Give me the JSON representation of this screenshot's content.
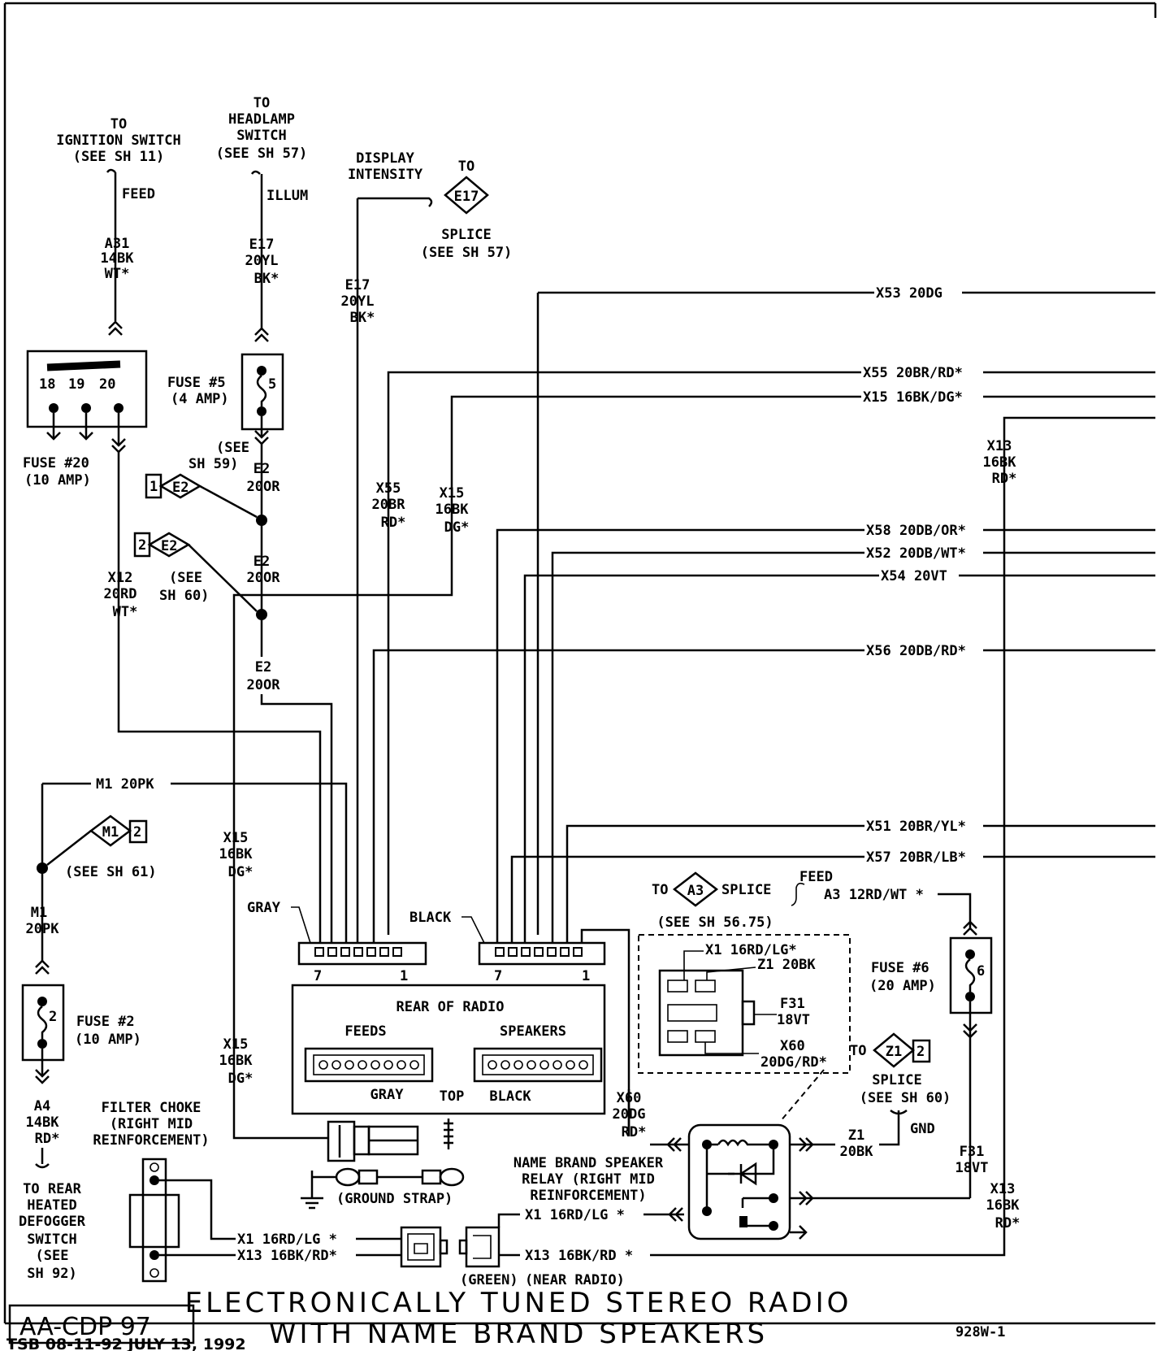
{
  "title": {
    "line1": "ELECTRONICALLY TUNED STEREO RADIO",
    "line2": "WITH NAME BRAND SPEAKERS"
  },
  "doc_id": "AA-CDP 97",
  "sheet_code": "928W-1",
  "footer": "TSB 08-11-92 JULY 13, 1992",
  "ignition": {
    "l1": "TO",
    "l2": "IGNITION SWITCH",
    "l3": "(SEE SH 11)",
    "feed": "FEED",
    "w1": "A31",
    "w2": "14BK",
    "w3": "WT*"
  },
  "headlamp": {
    "l1": "TO",
    "l2": "HEADLAMP",
    "l3": "SWITCH",
    "l4": "(SEE SH 57)",
    "illum": "ILLUM",
    "w1": "E17",
    "w2": "20YL",
    "w3": "BK*"
  },
  "display": {
    "l1": "DISPLAY",
    "l2": "INTENSITY",
    "to": "TO",
    "e17": "E17",
    "splice1": "SPLICE",
    "splice2": "(SEE SH 57)",
    "w1": "E17",
    "w2": "20YL",
    "w3": "BK*"
  },
  "fuse20": {
    "pins": [
      "18",
      "19",
      "20"
    ],
    "l1": "FUSE #20",
    "l2": "(10 AMP)"
  },
  "fuse5": {
    "num": "5",
    "l1": "FUSE #5",
    "l2": "(4 AMP)"
  },
  "e2": {
    "b1num": "1",
    "b1": "E2",
    "see1a": "(SEE",
    "see1b": "SH 59)",
    "b2num": "2",
    "b2": "E2",
    "see2a": "(SEE",
    "see2b": "SH 60)",
    "wa1": "E2",
    "wa2": "20OR",
    "wb1": "E2",
    "wb2": "20OR",
    "wc1": "E2",
    "wc2": "20OR"
  },
  "x12": {
    "w1": "X12",
    "w2": "20RD",
    "w3": "WT*"
  },
  "x55v": {
    "w1": "X55",
    "w2": "20BR",
    "w3": "RD*"
  },
  "x15v": {
    "w1": "X15",
    "w2": "16BK",
    "w3": "DG*"
  },
  "x13v": {
    "w1": "X13",
    "w2": "16BK",
    "w3": "RD*"
  },
  "wires_right": {
    "x53": "X53 20DG",
    "x55": "X55 20BR/RD*",
    "x15": "X15 16BK/DG*",
    "x58": "X58 20DB/OR*",
    "x52": "X52 20DB/WT*",
    "x54": "X54 20VT",
    "x56": "X56 20DB/RD*",
    "x51": "X51 20BR/YL*",
    "x57": "X57 20BR/LB*"
  },
  "m1": {
    "wire": "M1 20PK",
    "b": "M1",
    "bnum": "2",
    "see": "(SEE SH 61)",
    "w1": "M1",
    "w2": "20PK"
  },
  "x15low": {
    "w1": "X15",
    "w2": "16BK",
    "w3": "DG*"
  },
  "x15low2": {
    "w1": "X15",
    "w2": "16BK",
    "w3": "DG*"
  },
  "connectors": {
    "gray": "GRAY",
    "black": "BLACK",
    "pin7a": "7",
    "pin1a": "1",
    "pin7b": "7",
    "pin1b": "1"
  },
  "radio": {
    "title": "REAR OF RADIO",
    "feeds": "FEEDS",
    "speakers": "SPEAKERS",
    "gray": "GRAY",
    "top": "TOP",
    "black": "BLACK"
  },
  "fuse2": {
    "num": "2",
    "l1": "FUSE #2",
    "l2": "(10 AMP)",
    "w1": "A4",
    "w2": "14BK",
    "w3": "RD*"
  },
  "rear_defog": {
    "l1": "TO REAR",
    "l2": "HEATED",
    "l3": "DEFOGGER",
    "l4": "SWITCH",
    "l5": "(SEE",
    "l6": "SH 92)"
  },
  "filter": {
    "l1": "FILTER CHOKE",
    "l2": "(RIGHT MID",
    "l3": "REINFORCEMENT)",
    "x1": "X1 16RD/LG *",
    "x13": "X13 16BK/RD*"
  },
  "ground": {
    "label": "(GROUND STRAP)"
  },
  "a3": {
    "to": "TO",
    "b": "A3",
    "splice": "SPLICE",
    "see": "(SEE SH 56.75)",
    "feed": "FEED",
    "wire": "A3 12RD/WT *"
  },
  "relayconn": {
    "x1": "X1 16RD/LG*",
    "z1": "Z1 20BK",
    "f31a": "F31",
    "f31b": "18VT",
    "x60a": "X60",
    "x60b": "20DG/RD*"
  },
  "fuse6": {
    "num": "6",
    "l1": "FUSE #6",
    "l2": "(20 AMP)"
  },
  "z1": {
    "to": "TO",
    "b": "Z1",
    "bnum": "2",
    "splice": "SPLICE",
    "see": "(SEE SH 60)",
    "gnd": "GND",
    "w1": "Z1",
    "w2": "20BK"
  },
  "f31": {
    "w1": "F31",
    "w2": "18VT"
  },
  "x60": {
    "w1": "X60",
    "w2": "20DG",
    "w3": "RD*"
  },
  "x13r": {
    "w1": "X13",
    "w2": "16BK",
    "w3": "RD*"
  },
  "relay": {
    "l1": "NAME BRAND SPEAKER",
    "l2": "RELAY (RIGHT MID",
    "l3": "REINFORCEMENT)",
    "x1": "X1 16RD/LG *",
    "x13": "X13 16BK/RD *",
    "green": "(GREEN)",
    "near": "(NEAR RADIO)"
  }
}
